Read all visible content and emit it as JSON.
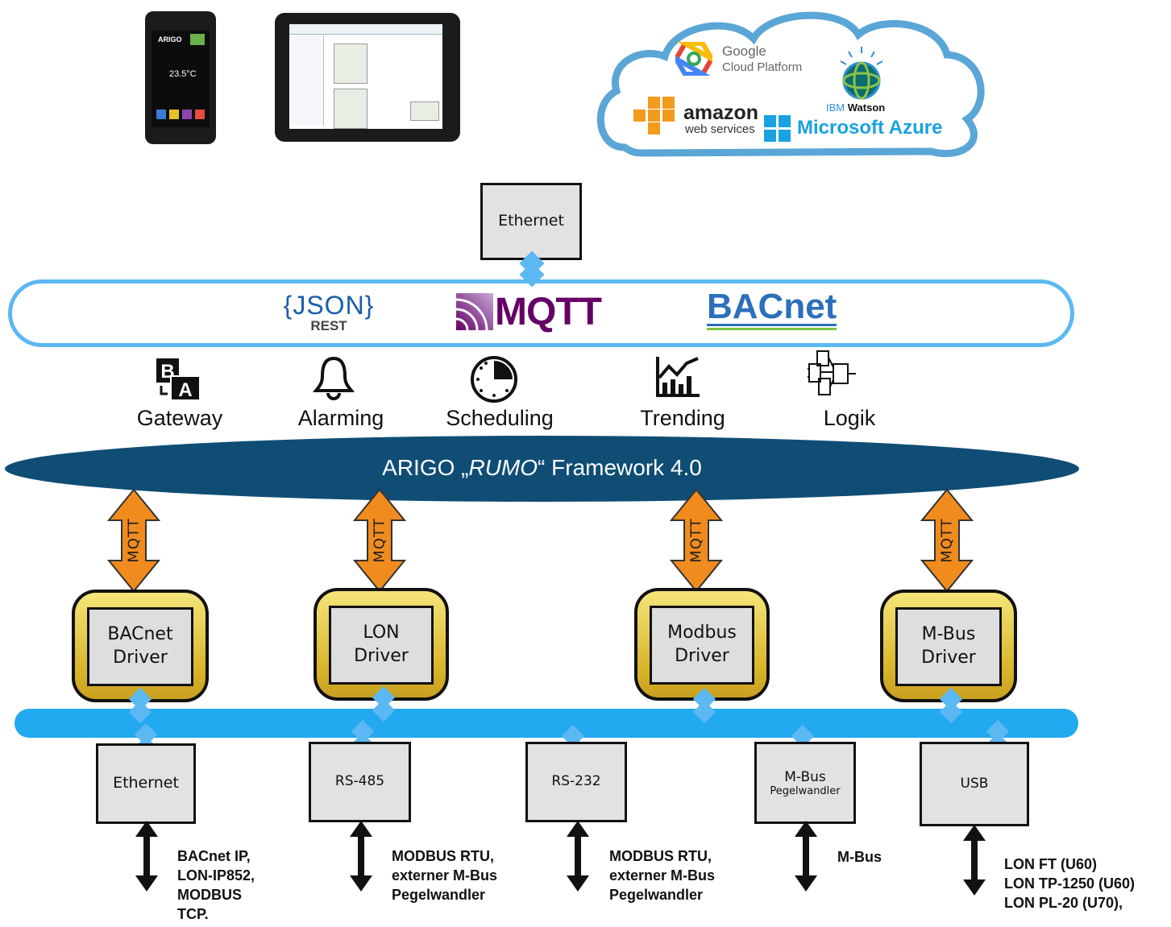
{
  "devices": {
    "phone_temperature": "23.5°C",
    "phone_brand": "ARIGO"
  },
  "cloud": {
    "providers": [
      {
        "line1": "Google",
        "line2": "Cloud Platform"
      },
      {
        "line1": "IBM",
        "line2": "Watson"
      },
      {
        "line1": "amazon",
        "line2": "web services"
      },
      {
        "line1": "Microsoft Azure"
      }
    ]
  },
  "top_ethernet": "Ethernet",
  "protocol_bar": {
    "json_logo": "{JSON}",
    "json_sub": "REST",
    "mqtt_logo": "MQTT",
    "bacnet_logo": "BACnet"
  },
  "features": [
    {
      "label": "Gateway",
      "icon": "gateway-icon"
    },
    {
      "label": "Alarming",
      "icon": "bell-icon"
    },
    {
      "label": "Scheduling",
      "icon": "clock-icon"
    },
    {
      "label": "Trending",
      "icon": "trend-chart-icon"
    },
    {
      "label": "Logik",
      "icon": "logic-icon"
    }
  ],
  "framework": {
    "prefix": "ARIGO „",
    "italic": "RUMO",
    "suffix": "“ Framework 4.0"
  },
  "mqtt_arrow_label": "MQTT",
  "drivers": [
    {
      "line1": "BACnet",
      "line2": "Driver"
    },
    {
      "line1": "LON",
      "line2": "Driver"
    },
    {
      "line1": "Modbus",
      "line2": "Driver"
    },
    {
      "line1": "M-Bus",
      "line2": "Driver"
    }
  ],
  "interfaces": [
    {
      "label": "Ethernet",
      "sub": "",
      "description": "BACnet IP,\nLON-IP852,\nMODBUS\nTCP."
    },
    {
      "label": "RS-485",
      "sub": "",
      "description": "MODBUS RTU,\nexterner M-Bus\nPegelwandler"
    },
    {
      "label": "RS-232",
      "sub": "",
      "description": "MODBUS RTU,\nexterner M-Bus\nPegelwandler"
    },
    {
      "label": "M-Bus",
      "sub": "Pegelwandler",
      "description": "M-Bus"
    },
    {
      "label": "USB",
      "sub": "",
      "description": "LON FT (U60)\nLON TP-1250 (U60)\nLON PL-20 (U70),"
    }
  ],
  "colors": {
    "bus": "#22a9f0",
    "connector": "#5cb8f2",
    "framework": "#0f4d75",
    "cloud_border": "#5aa6d6",
    "mqtt_arrow": "#f08c1e",
    "driver_gold": "#e2c23a"
  }
}
